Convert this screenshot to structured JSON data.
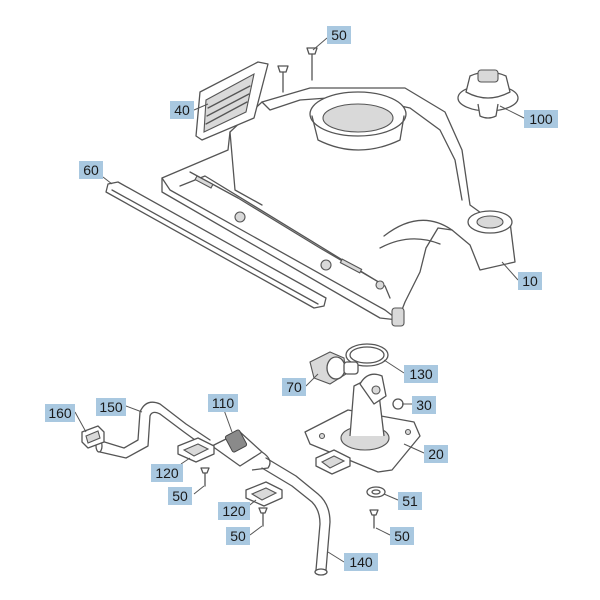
{
  "callouts": {
    "c50_top": "50",
    "c40": "40",
    "c100": "100",
    "c60": "60",
    "c10": "10",
    "c130": "130",
    "c70": "70",
    "c30": "30",
    "c160": "160",
    "c150": "150",
    "c110": "110",
    "c20": "20",
    "c120_a": "120",
    "c50_a": "50",
    "c51": "51",
    "c120_b": "120",
    "c50_b": "50",
    "c50_c": "50",
    "c140": "140"
  },
  "colors": {
    "callout_fill": "#a9c8e0",
    "line": "#555555"
  }
}
